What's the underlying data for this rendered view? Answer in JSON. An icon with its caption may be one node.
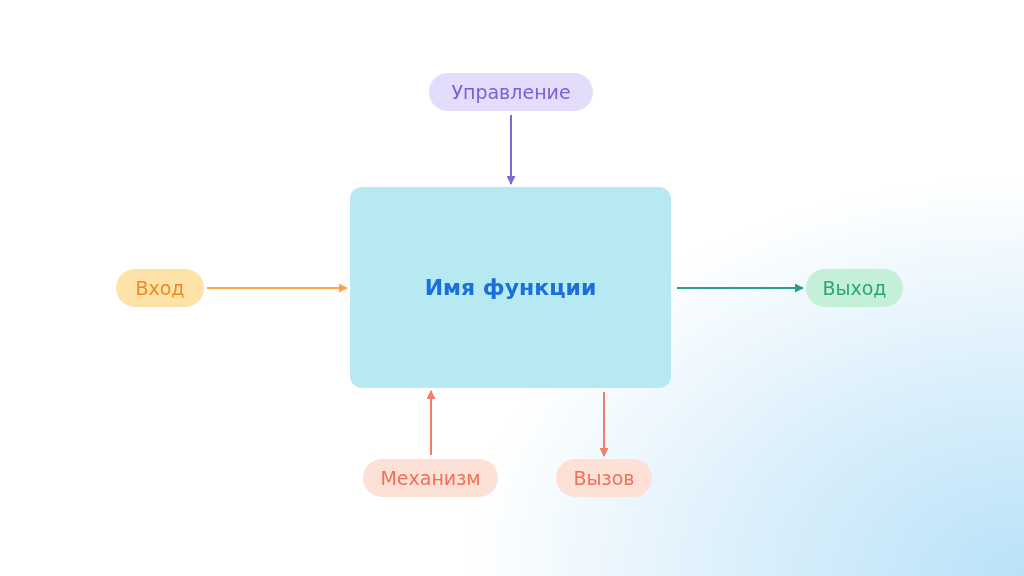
{
  "diagram": {
    "nodes": [
      {
        "text": [
          "Управление"
        ]
      },
      {
        "text": [
          "Имя функции"
        ]
      },
      {
        "text": [
          "Вход"
        ]
      },
      {
        "text": [
          "Выход"
        ]
      },
      {
        "text": [
          "Механизм"
        ]
      },
      {
        "text": [
          "Вызов"
        ]
      }
    ],
    "edges": [
      {
        "from": 0,
        "to": 1,
        "arrow": "to",
        "color": "#7d6bd4"
      },
      {
        "from": 2,
        "to": 1,
        "arrow": "to",
        "color": "#ffa24a"
      },
      {
        "from": 1,
        "to": 3,
        "arrow": "to",
        "color": "#2a9d8f"
      },
      {
        "from": 4,
        "to": 1,
        "arrow": "to",
        "color": "#f07e6a"
      },
      {
        "from": 1,
        "to": 5,
        "arrow": "to",
        "color": "#f07e6a"
      }
    ]
  }
}
